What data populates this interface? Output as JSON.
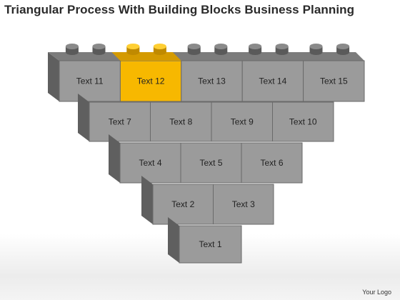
{
  "title": "Triangular Process With Building Blocks Business Planning",
  "logo": "Your Logo",
  "colors": {
    "block_face": "#9b9b9b",
    "block_side": "#5f5f5f",
    "block_top": "#7c7c7c",
    "highlight_face": "#f7b800",
    "highlight_top": "#d49a00",
    "line": "#6a6a6a",
    "text": "#222222"
  },
  "rows": [
    {
      "blocks": [
        {
          "label": "Text 11"
        },
        {
          "label": "Text 12",
          "highlight": true
        },
        {
          "label": "Text 13"
        },
        {
          "label": "Text 14"
        },
        {
          "label": "Text 15"
        }
      ]
    },
    {
      "blocks": [
        {
          "label": "Text 7"
        },
        {
          "label": "Text 8"
        },
        {
          "label": "Text 9"
        },
        {
          "label": "Text 10"
        }
      ]
    },
    {
      "blocks": [
        {
          "label": "Text 4"
        },
        {
          "label": "Text 5"
        },
        {
          "label": "Text 6"
        }
      ]
    },
    {
      "blocks": [
        {
          "label": "Text 2"
        },
        {
          "label": "Text 3"
        }
      ]
    },
    {
      "blocks": [
        {
          "label": "Text 1"
        }
      ]
    }
  ]
}
